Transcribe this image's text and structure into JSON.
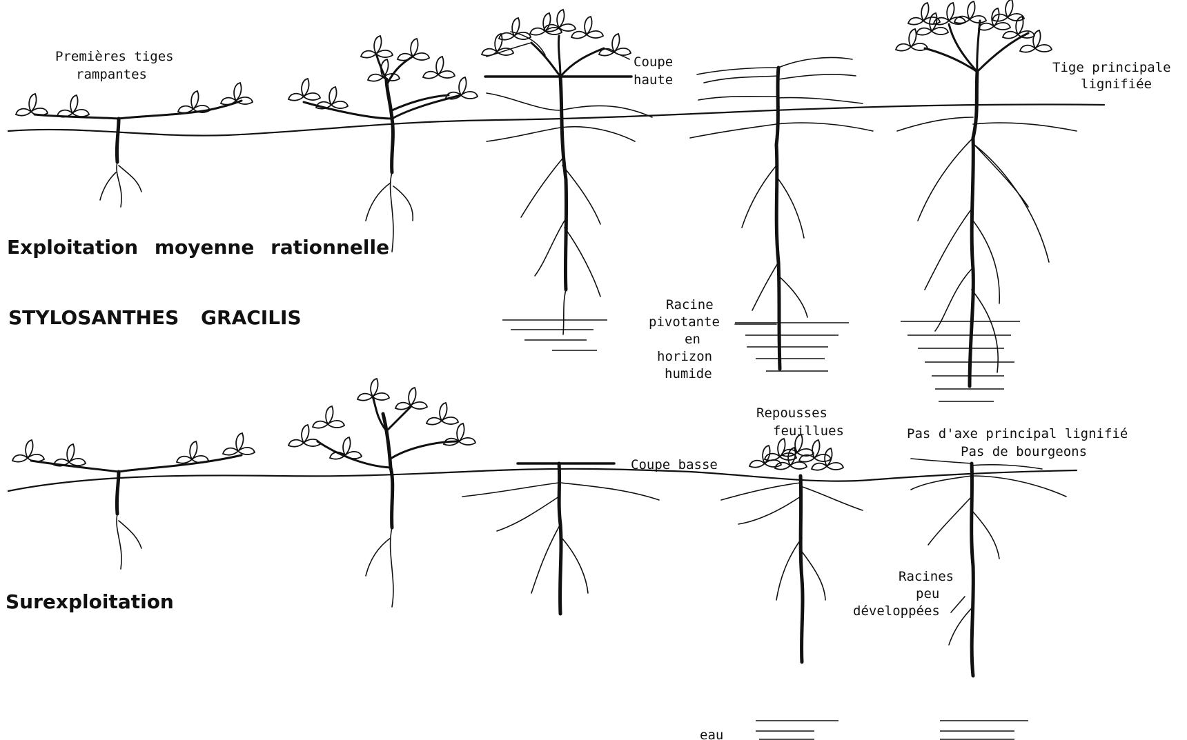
{
  "species": "STYLOSANTHES GRACILIS",
  "sections": {
    "top_title": "Exploitation moyenne rationnelle",
    "bottom_title": "Surexploitation"
  },
  "labels": {
    "premieres_tiges_1": "Premières tiges",
    "premieres_tiges_2": "rampantes",
    "coupe_haute_1": "Coupe",
    "coupe_haute_2": "haute",
    "tige_principale_1": "Tige principale",
    "tige_principale_2": "lignifiée",
    "racine_1": "Racine",
    "racine_2": "pivotante",
    "racine_3": "en",
    "racine_4": "horizon",
    "racine_5": "humide",
    "repousses_1": "Repousses",
    "repousses_2": "feuillues",
    "pas_axe_1": "Pas d'axe principal lignifié",
    "pas_axe_2": "Pas de bourgeons",
    "coupe_basse": "Coupe basse",
    "racines_peu_1": "Racines",
    "racines_peu_2": "peu",
    "racines_peu_3": "développées",
    "eau": "eau"
  }
}
